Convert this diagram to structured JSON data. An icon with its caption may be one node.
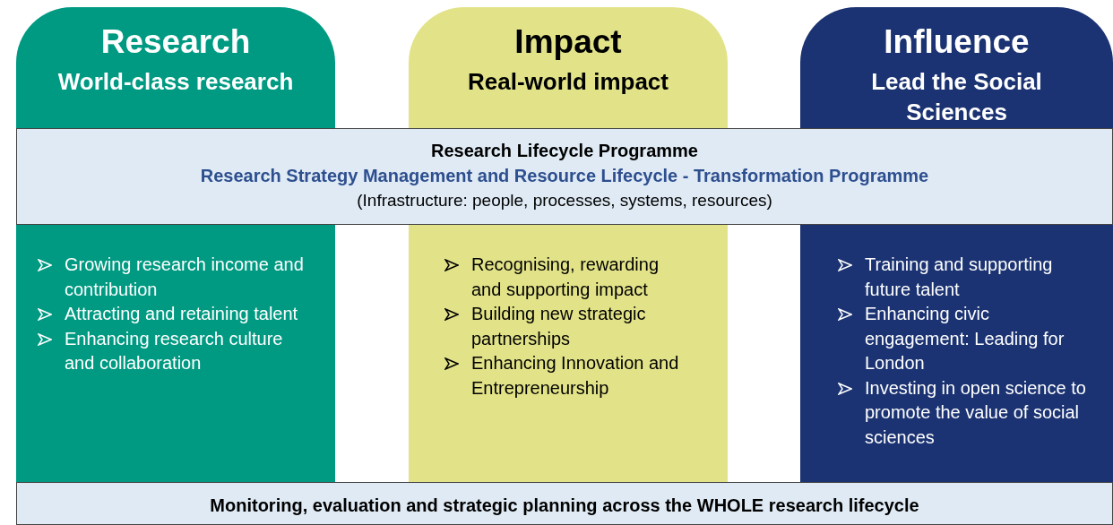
{
  "diagram": {
    "nodes": [
      {
        "text": [
          "Research",
          "World-class research",
          "Growing research income and contribution",
          "Attracting and retaining talent",
          "Enhancing research culture and collaboration"
        ]
      },
      {
        "text": [
          "Impact",
          "Real-world impact",
          "Recognising, rewarding and supporting impact",
          "Building new strategic partnerships",
          "Enhancing Innovation and Entrepreneurship"
        ]
      },
      {
        "text": [
          "Influence",
          "Lead the Social Sciences",
          "Training and supporting future talent",
          "Enhancing civic engagement: Leading for London",
          "Investing in open science to promote the value of social sciences"
        ]
      },
      {
        "text": [
          "Research Lifecycle Programme",
          "Research Strategy Management and Resource Lifecycle - Transformation Programme",
          "(Infrastructure: people, processes, systems, resources)"
        ]
      },
      {
        "text": [
          "Monitoring, evaluation and strategic planning across the WHOLE research lifecycle"
        ]
      }
    ],
    "edges": []
  }
}
